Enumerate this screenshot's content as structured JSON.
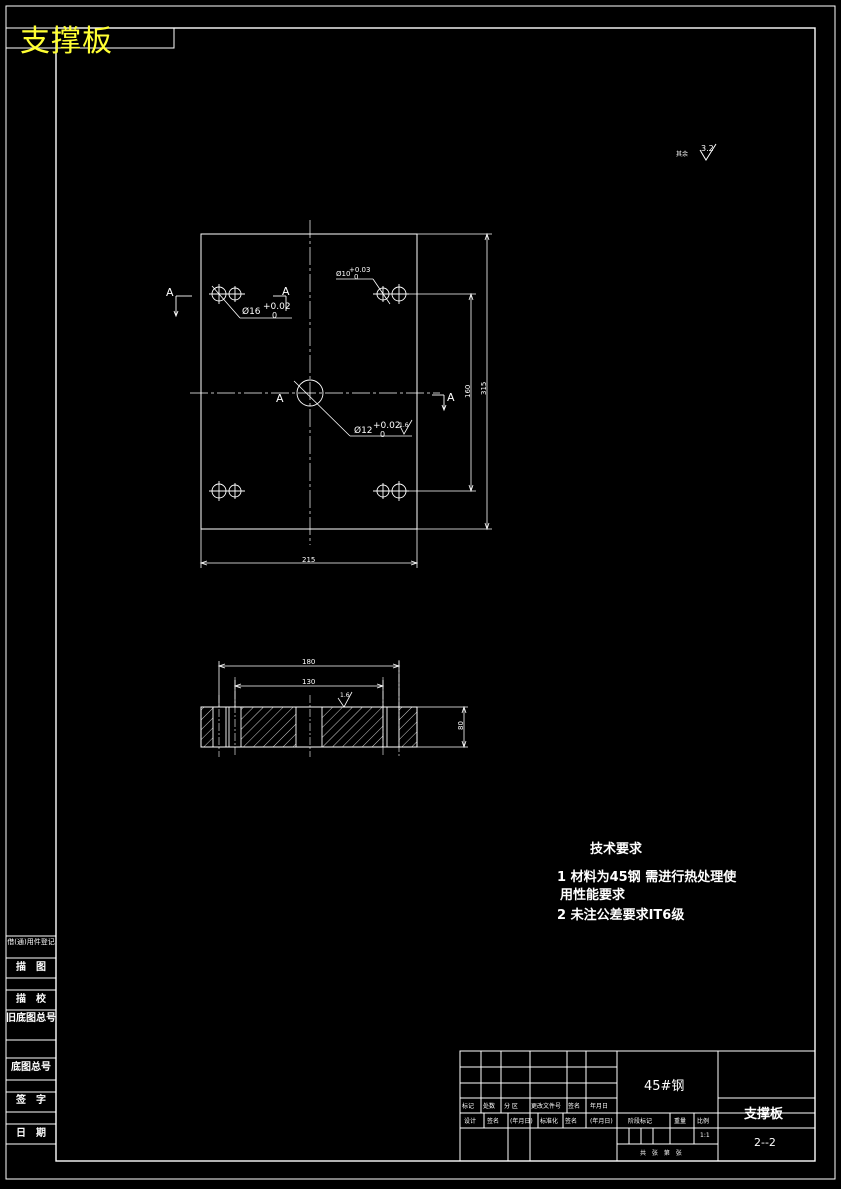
{
  "title_block_top": "支撑板",
  "roughness_note": {
    "label": "其余",
    "value": "3.2"
  },
  "dims": {
    "d16": "Ø16",
    "d16_tol_up": "+0.02",
    "d16_tol_low": "0",
    "d10": "Ø10",
    "d10_tol_up": "+0.03",
    "d10_tol_low": "0",
    "d12": "Ø12",
    "d12_tol_up": "+0.02",
    "d12_tol_low": "0",
    "rough_center": "1.6",
    "v160": "160",
    "v315": "315",
    "h215": "215",
    "s180": "180",
    "s130": "130",
    "s_rough": "1.6",
    "s80": "80"
  },
  "section_labels": {
    "a": "A"
  },
  "tech_req": {
    "title": "技术要求",
    "line1": "1 材料为45钢  需进行热处理使",
    "line1b": "用性能要求",
    "line2": "2 未注公差要求IT6级"
  },
  "side_cells": [
    "借(通)用件登记",
    "描　图",
    "描　校",
    "旧底图总号",
    "底图总号",
    "签　字",
    "日　期"
  ],
  "title_block": {
    "material": "45#钢",
    "part_name": "支撑板",
    "drawing_no": "2--2",
    "row_labels": [
      "标记",
      "处数",
      "分 区",
      "更改文件号",
      "签名",
      "年月日"
    ],
    "row_labels2": [
      "设计",
      "签名",
      "(年月日)",
      "标准化",
      "签名",
      "(年月日)"
    ],
    "stage_label": "阶段标记",
    "weight_label": "重量",
    "scale_label": "比例",
    "scale_value": "1:1",
    "sheets": "共  张  第  张"
  }
}
